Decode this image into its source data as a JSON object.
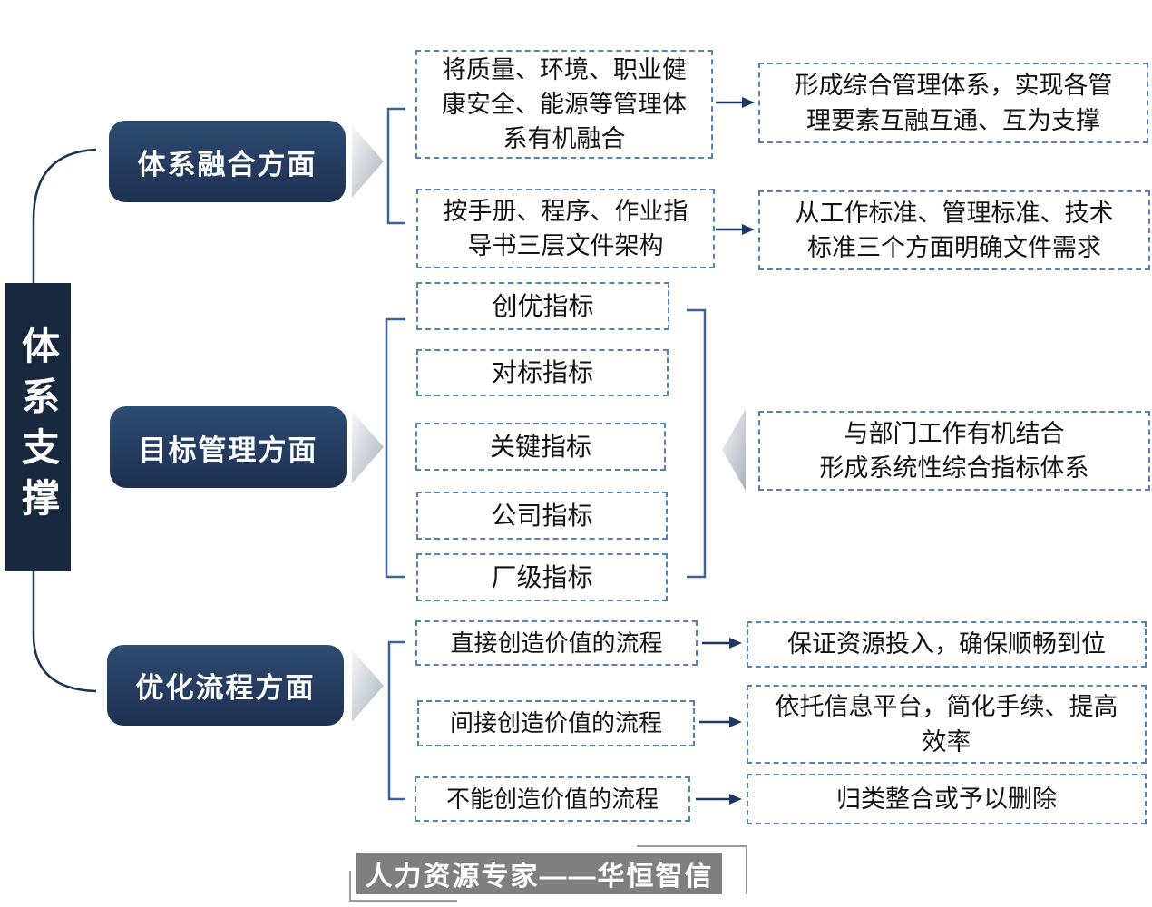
{
  "root": {
    "label": "体系支撑"
  },
  "sections": {
    "fusion": {
      "title": "体系融合方面",
      "rows": [
        {
          "cause": "将质量、环境、职业健康安全、能源等管理体系有机融合",
          "effect": "形成综合管理体系，实现各管理要素互融互通、互为支撑"
        },
        {
          "cause": "按手册、程序、作业指导书三层文件架构",
          "effect": "从工作标准、管理标准、技术标准三个方面明确文件需求"
        }
      ]
    },
    "goal": {
      "title": "目标管理方面",
      "indicators": [
        "创优指标",
        "对标指标",
        "关键指标",
        "公司指标",
        "厂级指标"
      ],
      "summary": "与部门工作有机结合\n形成系统性综合指标体系"
    },
    "process": {
      "title": "优化流程方面",
      "rows": [
        {
          "cause": "直接创造价值的流程",
          "effect": "保证资源投入，确保顺畅到位"
        },
        {
          "cause": "间接创造价值的流程",
          "effect": "依托信息平台，简化手续、提高效率"
        },
        {
          "cause": "不能创造价值的流程",
          "effect": "归类整合或予以删除"
        }
      ]
    }
  },
  "footer": {
    "label": "人力资源专家——华恒智信"
  },
  "colors": {
    "branch_navy": "#243a5e",
    "root_navy": "#18283f",
    "dashed_border_blue": "#5580ba",
    "arrow_navy": "#203864",
    "bracket_blue": "#3d6398",
    "chevron_gray": "#a9b1bc",
    "footer_gray": "#7f7f7f"
  }
}
